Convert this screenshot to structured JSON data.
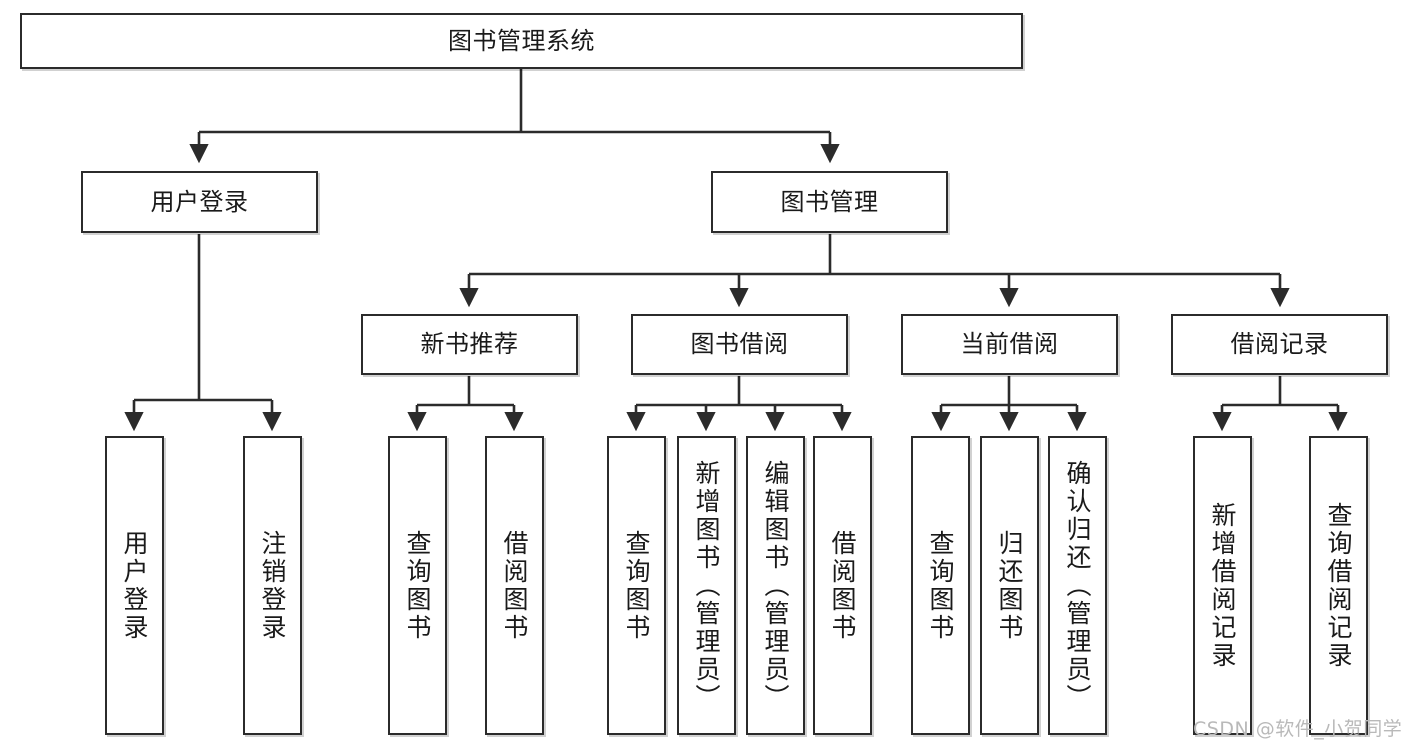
{
  "diagram": {
    "title": "图书管理系统",
    "type": "tree-hierarchy",
    "watermark": "CSDN @软件_小贺同学",
    "colors": {
      "box_border": "#2b2b2b",
      "box_fill": "#ffffff",
      "edge": "#2b2b2b",
      "text": "#1a1a1a",
      "watermark": "#b9b9b9"
    },
    "nodes": {
      "root": {
        "label": "图书管理系统"
      },
      "level2": [
        {
          "label": "用户登录"
        },
        {
          "label": "图书管理"
        }
      ],
      "level3": [
        {
          "label": "新书推荐"
        },
        {
          "label": "图书借阅"
        },
        {
          "label": "当前借阅"
        },
        {
          "label": "借阅记录"
        }
      ],
      "leaves": {
        "user_login": [
          {
            "label": "用户登录"
          },
          {
            "label": "注销登录"
          }
        ],
        "new_book": [
          {
            "label": "查询图书"
          },
          {
            "label": "借阅图书"
          }
        ],
        "book_borrow": [
          {
            "label": "查询图书"
          },
          {
            "label": "新增图书（管理员）"
          },
          {
            "label": "编辑图书（管理员）"
          },
          {
            "label": "借阅图书"
          }
        ],
        "current_borrow": [
          {
            "label": "查询图书"
          },
          {
            "label": "归还图书"
          },
          {
            "label": "确认归还（管理员）"
          }
        ],
        "borrow_record": [
          {
            "label": "新增借阅记录"
          },
          {
            "label": "查询借阅记录"
          }
        ]
      }
    }
  }
}
